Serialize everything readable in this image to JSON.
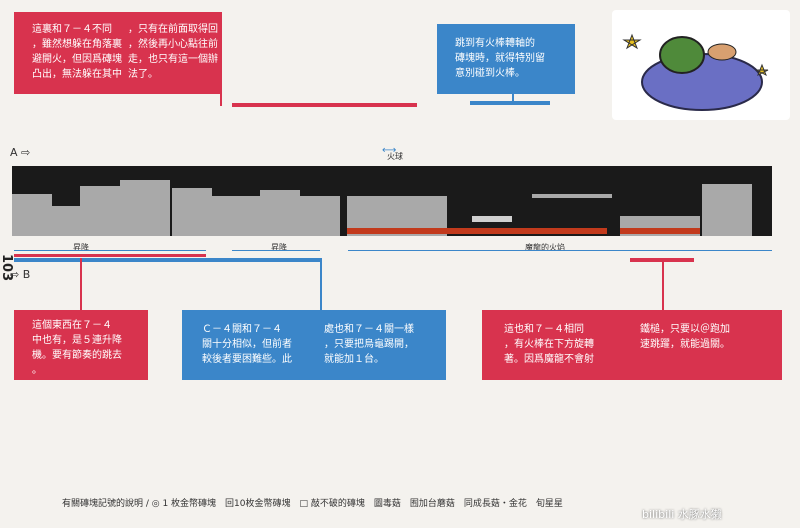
{
  "boxes": {
    "top_red": {
      "col1": "這裏和７－４不同\n，雖然想躲在角落裏\n避開火，但因爲磚塊\n凸出，無法躲在其中",
      "col2": "，只有在前面取得回\n，然後再小心點往前\n走，也只有這一個辦\n法了。"
    },
    "top_blue": "跳到有火棒轉軸的\n磚塊時，就得特別留\n意別碰到火棒。",
    "bottom_left": "這個東西在７－４\n中也有，是５連升降\n機。要有節奏的跳去\n。",
    "bottom_mid": {
      "col1": "Ｃ－４關和７－４\n關十分相似，但前者\n較後者要困難些。此",
      "col2": "處也和７－４關一樣\n，只要把烏龜踢開，\n就能加１台。"
    },
    "bottom_right": {
      "col1": "這也和７－４相同\n，有火棒在下方旋轉\n著。因爲魔龍不會射",
      "col2": "鐵槌，只要以＠跑加\n速跳躍，就能過關。"
    }
  },
  "labels": {
    "fireball": "火球",
    "lift1": "昇降",
    "lift2": "昇降",
    "dragon_fire": "魔龍的火焰",
    "a": "A",
    "b": "B",
    "page": "103"
  },
  "legend": "有關磚塊記號的說明 / ◎ 1 枚金幣磚塊　回10枚金幣磚塊　□ 敲不破的磚塊　圖毒菇　囿加台蘑菇　同成長菇・金花　旬星星",
  "watermark": "bilibili 水豚水獭",
  "colors": {
    "red": "#d8334e",
    "blue": "#3b86c9",
    "lava": "#c23a1c"
  }
}
